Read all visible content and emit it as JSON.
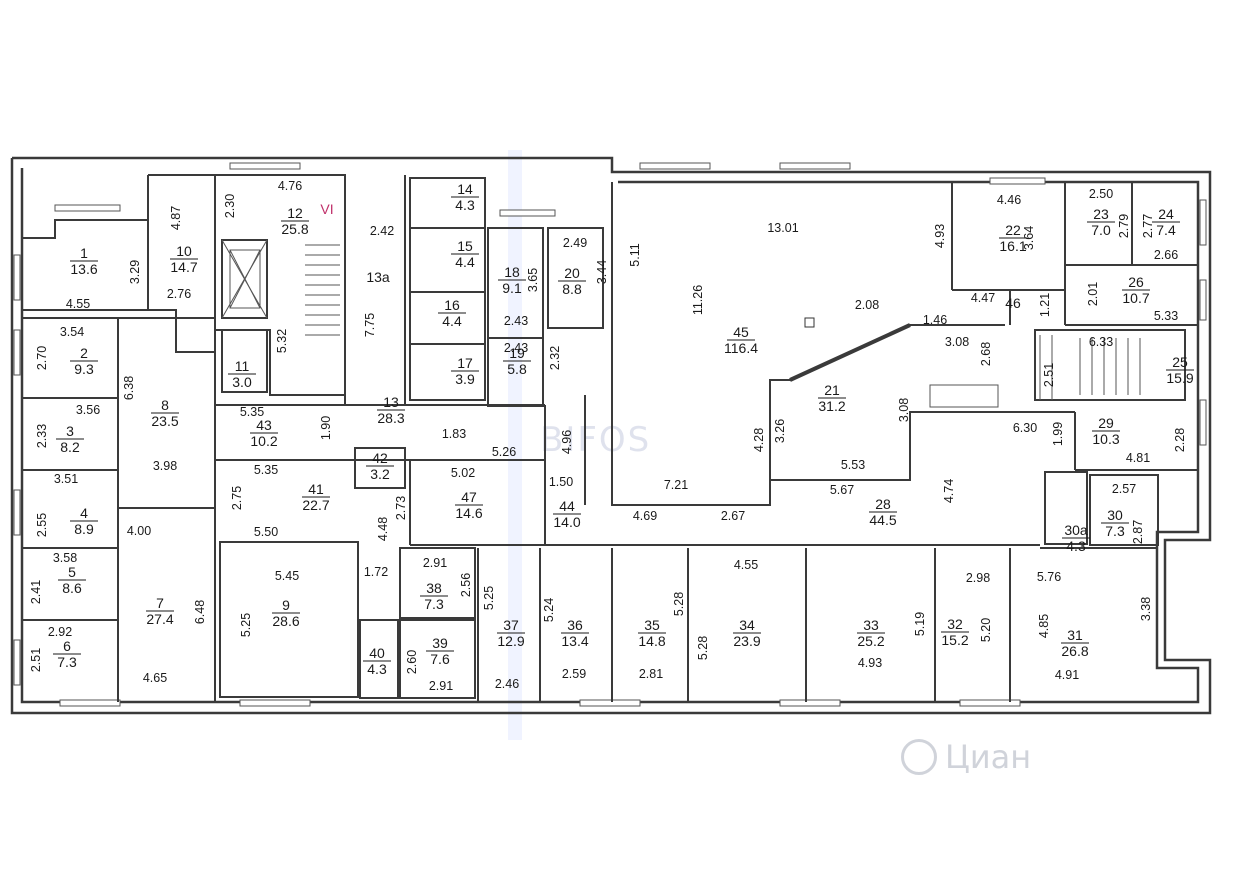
{
  "marker": "VI",
  "watermark": "BIFOS",
  "corner_watermark": "Циан",
  "colors": {
    "ink": "#1a1a1a",
    "wall": "#3a3a3a",
    "marker": "#c0306a"
  },
  "rooms": [
    {
      "id": "1",
      "area": "13.6"
    },
    {
      "id": "2",
      "area": "9.3"
    },
    {
      "id": "3",
      "area": "8.2"
    },
    {
      "id": "4",
      "area": "8.9"
    },
    {
      "id": "5",
      "area": "8.6"
    },
    {
      "id": "6",
      "area": "7.3"
    },
    {
      "id": "7",
      "area": "27.4"
    },
    {
      "id": "8",
      "area": "23.5"
    },
    {
      "id": "9",
      "area": "28.6"
    },
    {
      "id": "10",
      "area": "14.7"
    },
    {
      "id": "11",
      "area": "3.0"
    },
    {
      "id": "12",
      "area": "25.8"
    },
    {
      "id": "13",
      "area": "28.3"
    },
    {
      "id": "13а",
      "area": ""
    },
    {
      "id": "14",
      "area": "4.3"
    },
    {
      "id": "15",
      "area": "4.4"
    },
    {
      "id": "16",
      "area": "4.4"
    },
    {
      "id": "17",
      "area": "3.9"
    },
    {
      "id": "18",
      "area": "9.1"
    },
    {
      "id": "19",
      "area": "5.8"
    },
    {
      "id": "20",
      "area": "8.8"
    },
    {
      "id": "21",
      "area": "31.2"
    },
    {
      "id": "22",
      "area": "16.1"
    },
    {
      "id": "23",
      "area": "7.0"
    },
    {
      "id": "24",
      "area": "7.4"
    },
    {
      "id": "25",
      "area": "15.9"
    },
    {
      "id": "26",
      "area": "10.7"
    },
    {
      "id": "28",
      "area": "44.5"
    },
    {
      "id": "29",
      "area": "10.3"
    },
    {
      "id": "30",
      "area": "7.3"
    },
    {
      "id": "30а",
      "area": "4.3"
    },
    {
      "id": "31",
      "area": "26.8"
    },
    {
      "id": "32",
      "area": "15.2"
    },
    {
      "id": "33",
      "area": "25.2"
    },
    {
      "id": "34",
      "area": "23.9"
    },
    {
      "id": "35",
      "area": "14.8"
    },
    {
      "id": "36",
      "area": "13.4"
    },
    {
      "id": "37",
      "area": "12.9"
    },
    {
      "id": "38",
      "area": "7.3"
    },
    {
      "id": "39",
      "area": "7.6"
    },
    {
      "id": "40",
      "area": "4.3"
    },
    {
      "id": "41",
      "area": "22.7"
    },
    {
      "id": "42",
      "area": "3.2"
    },
    {
      "id": "43",
      "area": "10.2"
    },
    {
      "id": "44",
      "area": "14.0"
    },
    {
      "id": "45",
      "area": "116.4"
    },
    {
      "id": "46",
      "area": ""
    },
    {
      "id": "47",
      "area": "14.6"
    }
  ],
  "dimensions": [
    "4.87",
    "2.30",
    "4.76",
    "2.42",
    "3.29",
    "4.55",
    "2.76",
    "3.54",
    "2.70",
    "6.38",
    "3.56",
    "2.33",
    "3.98",
    "3.51",
    "2.55",
    "4.00",
    "3.58",
    "2.41",
    "2.92",
    "2.51",
    "4.65",
    "6.48",
    "5.50",
    "5.45",
    "5.25",
    "5.35",
    "5.35",
    "1.90",
    "2.75",
    "2.73",
    "5.02",
    "4.48",
    "1.72",
    "2.91",
    "2.56",
    "2.60",
    "2.91",
    "5.25",
    "2.46",
    "7.75",
    "5.32",
    "1.83",
    "5.26",
    "3.65",
    "2.43",
    "2.43",
    "2.32",
    "2.49",
    "3.44",
    "5.11",
    "4.96",
    "1.50",
    "5.24",
    "2.59",
    "4.69",
    "7.21",
    "2.67",
    "11.26",
    "13.01",
    "2.08",
    "4.93",
    "4.46",
    "3.64",
    "1.46",
    "3.08",
    "2.68",
    "4.28",
    "3.26",
    "3.08",
    "5.53",
    "5.67",
    "4.74",
    "6.30",
    "1.99",
    "4.47",
    "1.21",
    "2.50",
    "2.79",
    "2.77",
    "2.66",
    "2.01",
    "5.33",
    "6.33",
    "2.51",
    "4.81",
    "2.28",
    "2.57",
    "2.87",
    "5.76",
    "3.38",
    "2.98",
    "5.19",
    "5.20",
    "4.85",
    "4.91",
    "4.93",
    "5.28",
    "4.55",
    "2.81",
    "5.28"
  ]
}
